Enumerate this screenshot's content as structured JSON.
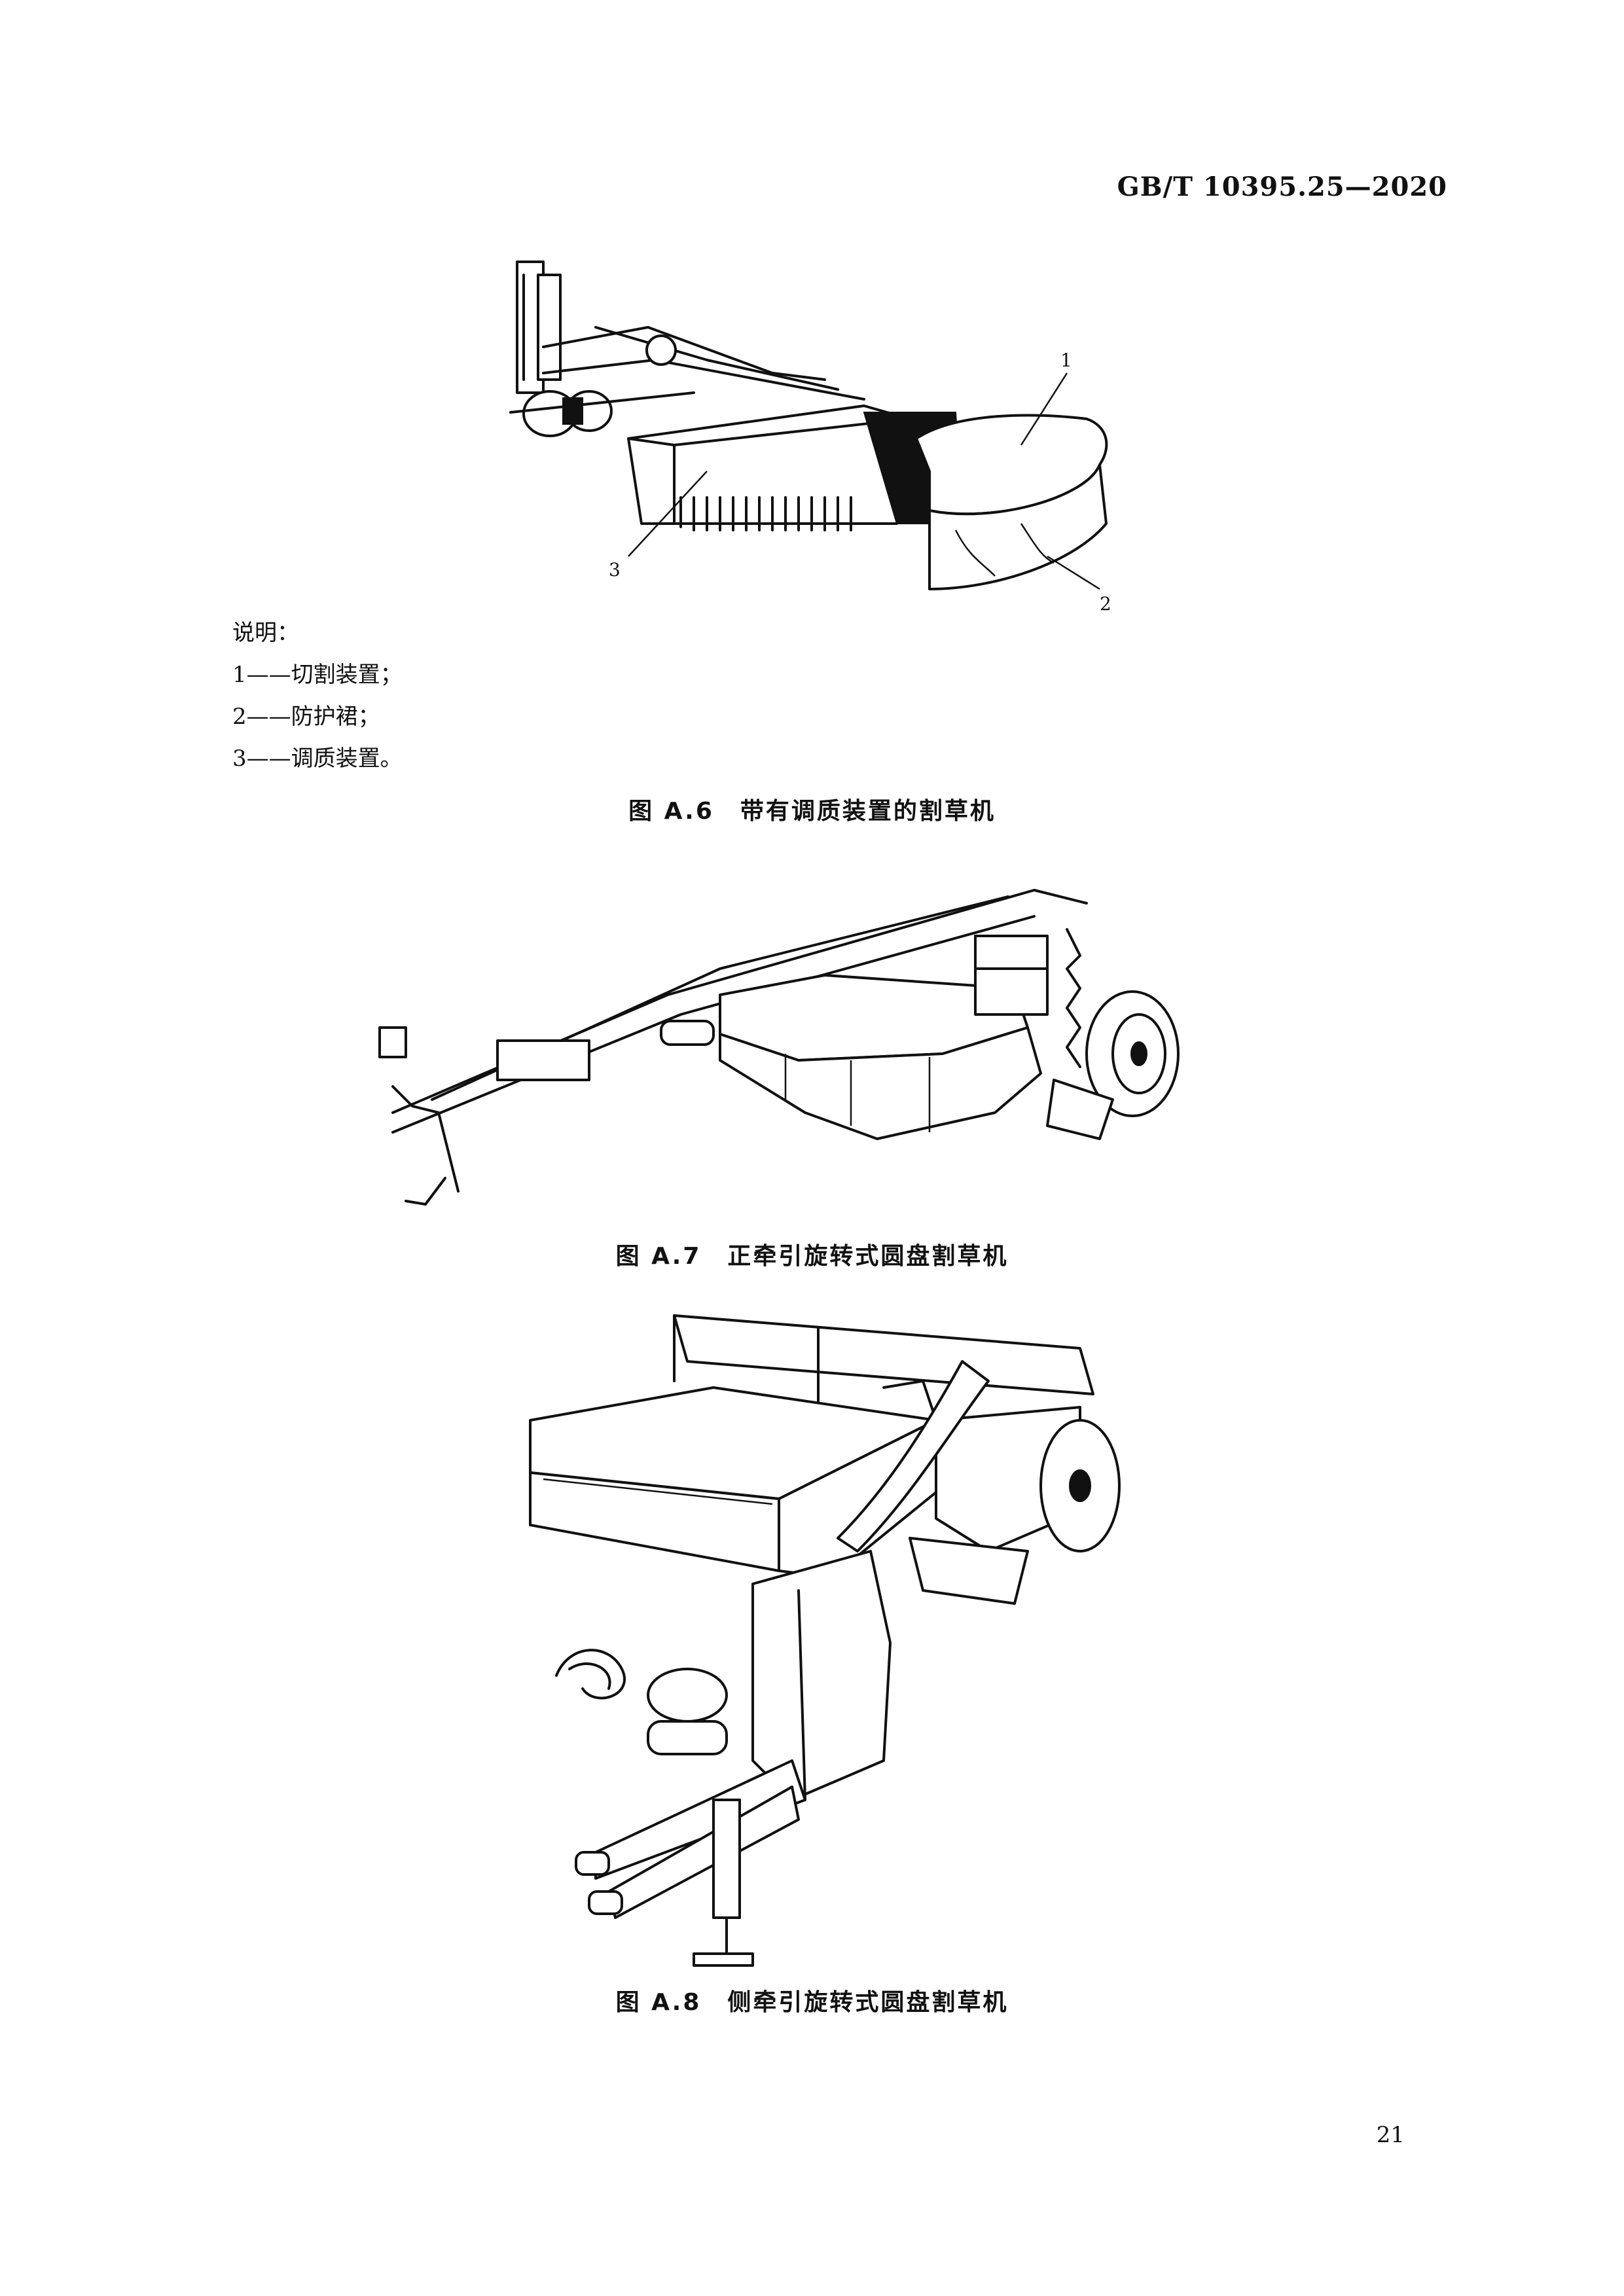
{
  "header": {
    "std_code": "GB/T 10395.25—2020"
  },
  "figure_a6": {
    "callouts": [
      "1",
      "2",
      "3"
    ],
    "legend": {
      "title": "说明：",
      "items": [
        "1——切割装置；",
        "2——防护裙；",
        "3——调质装置。"
      ]
    },
    "caption_number": "图 A.6",
    "caption_text": "带有调质装置的割草机"
  },
  "figure_a7": {
    "caption_number": "图 A.7",
    "caption_text": "正牵引旋转式圆盘割草机"
  },
  "figure_a8": {
    "caption_number": "图 A.8",
    "caption_text": "侧牵引旋转式圆盘割草机"
  },
  "footer": {
    "page_number": "21"
  }
}
